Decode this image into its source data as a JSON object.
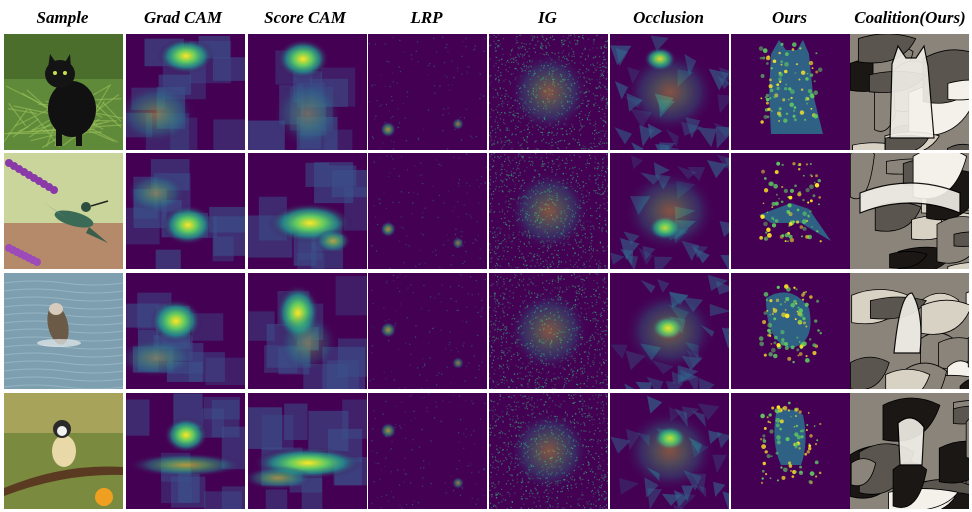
{
  "columns": [
    "Sample",
    "Grad CAM",
    "Score CAM",
    "LRP",
    "IG",
    "Occlusion",
    "Ours",
    "Coalition(Ours)"
  ],
  "rows": [
    {
      "subject": "black cat on grass"
    },
    {
      "subject": "hummingbird at purple flowers"
    },
    {
      "subject": "fish leaping from water"
    },
    {
      "subject": "small bird perched on branch"
    }
  ],
  "colors": {
    "viridis_low": "#440154",
    "viridis_mid": "#21918c",
    "viridis_high": "#fde725",
    "coalition_light": "#f4f1ea",
    "coalition_gray": "#8a847a",
    "coalition_dark": "#1a1714"
  }
}
